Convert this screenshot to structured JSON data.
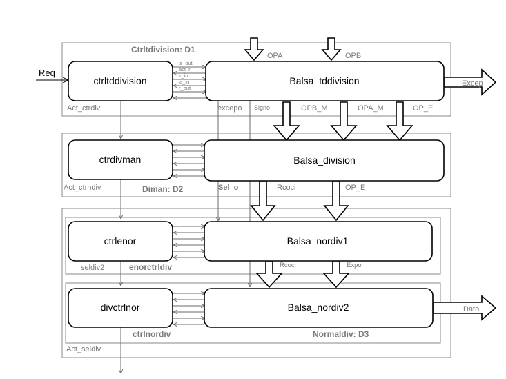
{
  "groups": {
    "d1": "Ctrltdivision: D1",
    "d2": "Diman: D2",
    "d3": "Normaldiv: D3",
    "enorctrldiv": "enorctrldiv",
    "ctrlnordiv": "ctrlnordiv"
  },
  "blocks": {
    "ctrltddivision": "ctrltddivision",
    "balsa_tddivision": "Balsa_tddivision",
    "ctrdivman": "ctrdivman",
    "balsa_division": "Balsa_division",
    "ctrlenor": "ctrlenor",
    "balsa_nordiv1": "Balsa_nordiv1",
    "divctrlnor": "divctrlnor",
    "balsa_nordiv2": "Balsa_nordiv2"
  },
  "signals": {
    "req": "Req",
    "opa": "OPA",
    "opb": "OPB",
    "excep": "Excep",
    "excepo": "excepo",
    "signo": "Signo",
    "opb_m": "OPB_M",
    "opa_m": "OPA_M",
    "op_e": "OP_E",
    "act_ctrdiv": "Act_ctrdiv",
    "act_ctrndiv": "Act_ctrndiv",
    "sel_o": "Sel_o",
    "rcoci": "Rcoci",
    "op_e2": "OP_E",
    "seldiv2": "seldiv2",
    "rcoci2": "Rcoci",
    "expo": "Expo",
    "act_seldiv": "Act_seldiv",
    "dato": "Dato"
  },
  "handshake": [
    "a_out",
    "act_r",
    "r_in",
    "a_in",
    "r_out"
  ]
}
